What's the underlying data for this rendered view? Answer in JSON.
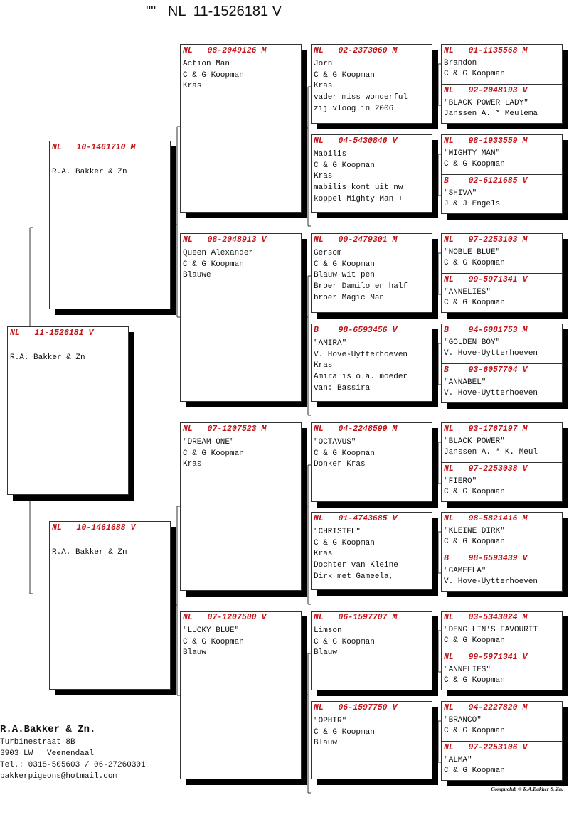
{
  "title": "\"\"   NL  11-1526181 V",
  "pigeons": [
    {
      "country": "NL",
      "ring": "11-1526181",
      "sex": "V",
      "lines": [
        "",
        "R.A. Bakker & Zn"
      ]
    },
    {
      "country": "NL",
      "ring": "10-1461710",
      "sex": "M",
      "lines": [
        "",
        "R.A. Bakker & Zn"
      ]
    },
    {
      "country": "NL",
      "ring": "10-1461688",
      "sex": "V",
      "lines": [
        "",
        "R.A. Bakker & Zn"
      ]
    },
    {
      "country": "NL",
      "ring": "08-2049126",
      "sex": "M",
      "lines": [
        "Action Man",
        "C & G Koopman",
        "Kras"
      ]
    },
    {
      "country": "NL",
      "ring": "08-2048913",
      "sex": "V",
      "lines": [
        "Queen Alexander",
        "C & G Koopman",
        "Blauwe"
      ]
    },
    {
      "country": "NL",
      "ring": "07-1207523",
      "sex": "M",
      "lines": [
        "\"DREAM ONE\"",
        "C & G Koopman",
        "Kras"
      ]
    },
    {
      "country": "NL",
      "ring": "07-1207500",
      "sex": "V",
      "lines": [
        "\"LUCKY BLUE\"",
        "C & G Koopman",
        "Blauw"
      ]
    },
    {
      "country": "NL",
      "ring": "02-2373060",
      "sex": "M",
      "lines": [
        "Jorn",
        "C & G Koopman",
        "Kras",
        "vader miss wonderful",
        "zij vloog in 2006"
      ]
    },
    {
      "country": "NL",
      "ring": "04-5430846",
      "sex": "V",
      "lines": [
        "Mabilis",
        "C & G Koopman",
        "Kras",
        "mabilis komt uit nw",
        "koppel Mighty Man +"
      ]
    },
    {
      "country": "NL",
      "ring": "00-2479301",
      "sex": "M",
      "lines": [
        "Gersom",
        "C & G Koopman",
        "Blauw wit pen",
        "Broer Damilo en half",
        "broer Magic Man"
      ]
    },
    {
      "country": "B",
      "ring": "98-6593456",
      "sex": "V",
      "lines": [
        "\"AMIRA\"",
        "V. Hove-Uytterhoeven",
        "Kras",
        "Amira is o.a. moeder",
        "van: Bassira"
      ]
    },
    {
      "country": "NL",
      "ring": "04-2248599",
      "sex": "M",
      "lines": [
        "\"OCTAVUS\"",
        "C & G Koopman",
        "Donker Kras"
      ]
    },
    {
      "country": "NL",
      "ring": "01-4743685",
      "sex": "V",
      "lines": [
        "\"CHRISTEL\"",
        "C & G Koopman",
        "Kras",
        "Dochter van Kleine",
        "Dirk met Gameela,"
      ]
    },
    {
      "country": "NL",
      "ring": "06-1597707",
      "sex": "M",
      "lines": [
        "Limson",
        "C & G Koopman",
        "Blauw"
      ]
    },
    {
      "country": "NL",
      "ring": "06-1597750",
      "sex": "V",
      "lines": [
        "\"OPHIR\"",
        "C & G Koopman",
        "Blauw"
      ]
    },
    {
      "country": "NL",
      "ring": "01-1135568",
      "sex": "M",
      "lines": [
        "Brandon",
        "C & G Koopman"
      ]
    },
    {
      "country": "NL",
      "ring": "92-2048193",
      "sex": "V",
      "lines": [
        "\"BLACK POWER LADY\"",
        "Janssen A. * Meulema"
      ]
    },
    {
      "country": "NL",
      "ring": "98-1933559",
      "sex": "M",
      "lines": [
        "\"MIGHTY MAN\"",
        "C & G Koopman"
      ]
    },
    {
      "country": "B",
      "ring": "02-6121685",
      "sex": "V",
      "lines": [
        "\"SHIVA\"",
        "J & J Engels"
      ]
    },
    {
      "country": "NL",
      "ring": "97-2253103",
      "sex": "M",
      "lines": [
        "\"NOBLE BLUE\"",
        "C & G Koopman"
      ]
    },
    {
      "country": "NL",
      "ring": "99-5971341",
      "sex": "V",
      "lines": [
        "\"ANNELIES\"",
        "C & G Koopman"
      ]
    },
    {
      "country": "B",
      "ring": "94-6081753",
      "sex": "M",
      "lines": [
        "\"GOLDEN BOY\"",
        "V. Hove-Uytterhoeven"
      ]
    },
    {
      "country": "B",
      "ring": "93-6057704",
      "sex": "V",
      "lines": [
        "\"ANNABEL\"",
        "V. Hove-Uytterhoeven"
      ]
    },
    {
      "country": "NL",
      "ring": "93-1767197",
      "sex": "M",
      "lines": [
        "\"BLACK POWER\"",
        "Janssen A. * K. Meul"
      ]
    },
    {
      "country": "NL",
      "ring": "97-2253038",
      "sex": "V",
      "lines": [
        "\"FIERO\"",
        "C & G Koopman"
      ]
    },
    {
      "country": "NL",
      "ring": "98-5821416",
      "sex": "M",
      "lines": [
        "\"KLEINE DIRK\"",
        "C & G Koopman"
      ]
    },
    {
      "country": "B",
      "ring": "98-6593439",
      "sex": "V",
      "lines": [
        "\"GAMEELA\"",
        "V. Hove-Uytterhoeven"
      ]
    },
    {
      "country": "NL",
      "ring": "03-5343024",
      "sex": "M",
      "lines": [
        "\"DENG LIN'S FAVOURIT",
        "C & G Koopman"
      ]
    },
    {
      "country": "NL",
      "ring": "99-5971341",
      "sex": "V",
      "lines": [
        "\"ANNELIES\"",
        "C & G Koopman"
      ]
    },
    {
      "country": "NL",
      "ring": "94-2227820",
      "sex": "M",
      "lines": [
        "\"BRANCO\"",
        "C & G Koopman"
      ]
    },
    {
      "country": "NL",
      "ring": "97-2253106",
      "sex": "V",
      "lines": [
        "\"ALMA\"",
        "C & G Koopman"
      ]
    }
  ],
  "footer": {
    "name": "R.A.Bakker & Zn.",
    "street": "Turbinestraat 8B",
    "city": "3903 LW   Veenendaal",
    "phone": "Tel.: 0318-505603 / 06-27260301",
    "email": "bakkerpigeons@hotmail.com"
  },
  "credit": "Compuclub © R.A.Bakker & Zn.",
  "colors": {
    "ring_header": "#c0161b",
    "shadow": "#000000"
  }
}
